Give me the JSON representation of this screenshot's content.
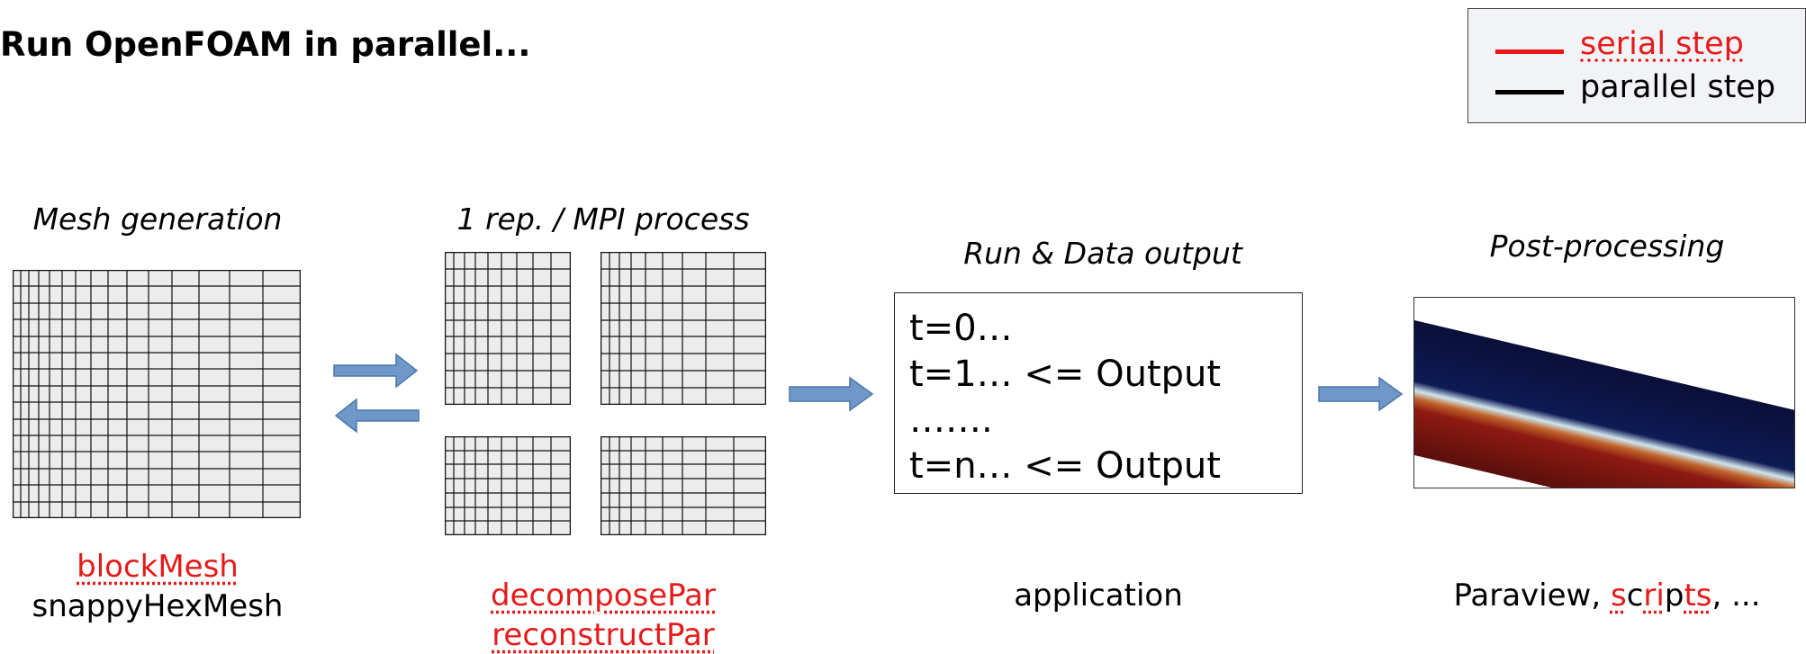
{
  "title": "Run OpenFOAM in parallel...",
  "legend": {
    "serial_label": "serial step",
    "parallel_label": "parallel step",
    "serial_color": "#e61a1a",
    "parallel_color": "#000000"
  },
  "stages": {
    "mesh": {
      "title": "Mesh generation",
      "tools": [
        "blockMesh",
        "snappyHexMesh"
      ]
    },
    "decompose": {
      "title": "1 rep. / MPI process",
      "tools": [
        "decomposePar",
        "reconstructPar"
      ]
    },
    "run": {
      "title": "Run & Data output",
      "lines": [
        "t=0…",
        "t=1… <= Output",
        "…….",
        "t=n… <= Output"
      ],
      "tool": "application"
    },
    "post": {
      "title": "Post-processing",
      "tool_prefix": "Paraview, ",
      "tool_s": "s",
      "tool_c": "c",
      "tool_ri": "ri",
      "tool_p": "p",
      "tool_t": "t",
      "tool_s2": "s",
      "tool_suffix": ", ..."
    }
  },
  "colors": {
    "arrow": "#6f98c9",
    "arrow_stroke": "#4a76aa",
    "serial": "#e61a1a",
    "grid_fill": "#ececec"
  }
}
